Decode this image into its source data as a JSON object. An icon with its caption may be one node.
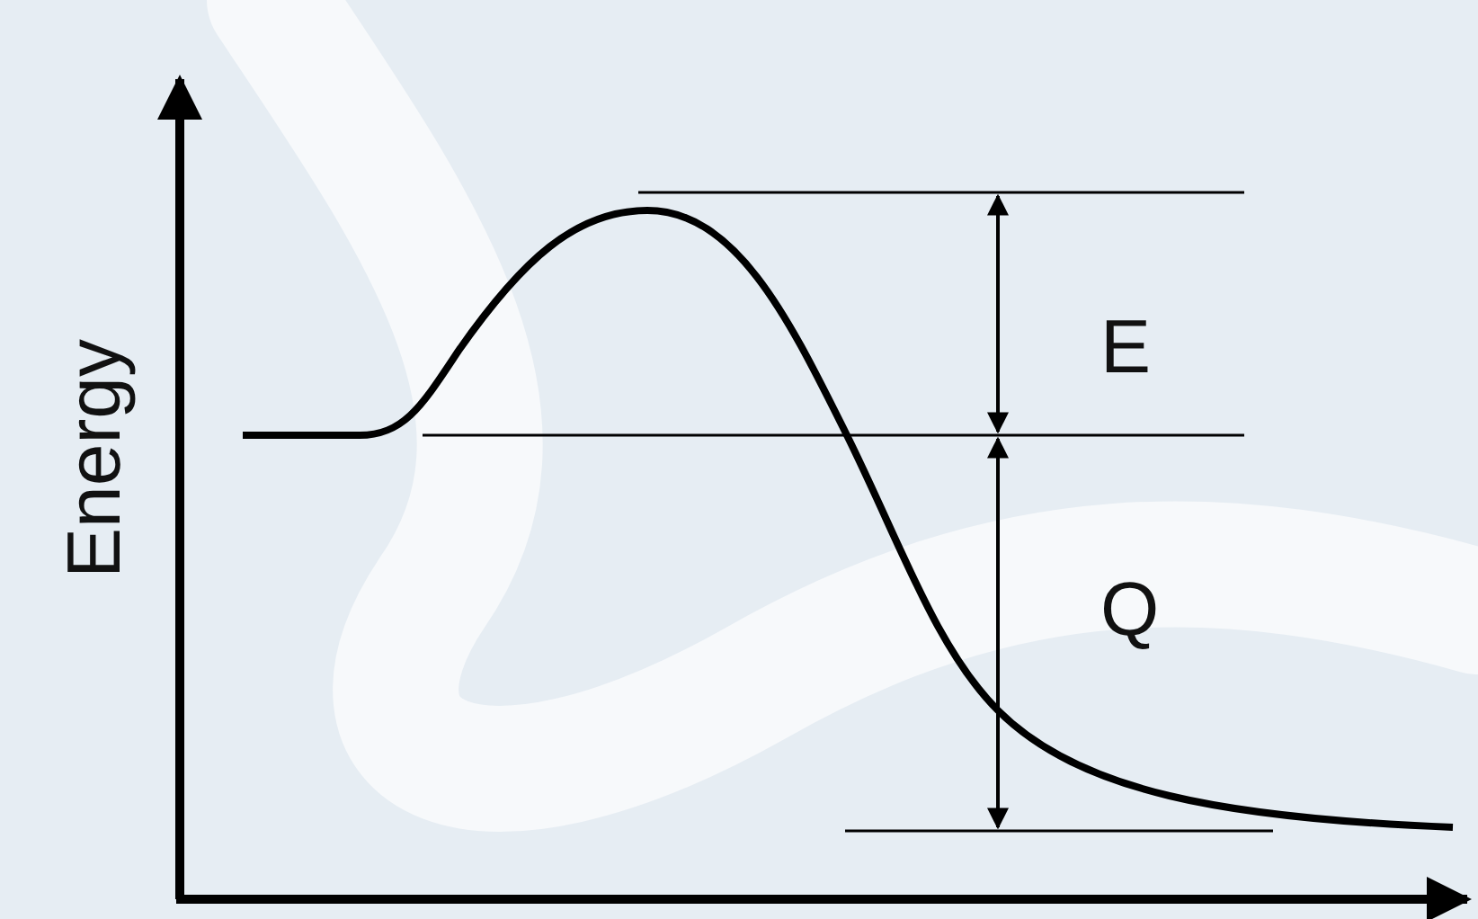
{
  "diagram": {
    "labels": [
      "Energy",
      "E",
      "Q"
    ]
  }
}
